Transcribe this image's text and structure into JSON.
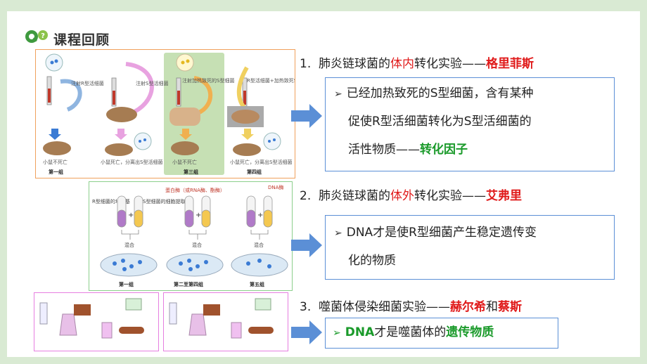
{
  "page": {
    "title": "课程回顾"
  },
  "colors": {
    "accent_red": "#e01b1b",
    "accent_green": "#1a9a2a",
    "frame_green": "#d9ead3",
    "box_blue": "#5b8fd6",
    "arrow_blue": "#5b8fd6"
  },
  "panel1": {
    "labels": {
      "inject_r": "注射R型活细菌",
      "inject_s": "注射S型活细菌",
      "inject_heat_killed": "注射加热致死的S型细菌",
      "inject_mix": "R型活细菌+加热致死S型细菌",
      "alive1": "小鼠不死亡",
      "dead1": "小鼠死亡，分离出S型活细菌",
      "alive2": "小鼠不死亡",
      "dead2": "小鼠死亡，分离出S型活细菌",
      "group1": "第一组",
      "group3": "第三组",
      "group4": "第四组"
    }
  },
  "panel2": {
    "labels": {
      "enzyme": "蛋白酶（或RNA酶、酯酶）",
      "dna_enzyme": "DNA酶",
      "r_medium": "R型细菌的培养基",
      "s_extract": "S型细菌的细胞提取物",
      "mix1": "混合",
      "mix2": "混合",
      "mix3": "混合",
      "group1": "第一组",
      "group2_4": "第二至第四组",
      "group5": "第五组"
    }
  },
  "items": [
    {
      "num": "1.",
      "pre": "肺炎链球菌的",
      "hl": "体内",
      "post": "转化实验——",
      "person": "格里菲斯"
    },
    {
      "num": "2.",
      "pre": "肺炎链球菌的",
      "hl": "体外",
      "post": "转化实验——",
      "person": "艾弗里"
    },
    {
      "num": "3.",
      "pre": "噬菌体侵染细菌实验——",
      "hl": "",
      "post": "",
      "person": "赫尔希",
      "and": "和",
      "person2": "蔡斯"
    }
  ],
  "boxes": [
    {
      "line1": "已经加热致死的S型细菌，含有某种",
      "line2": "促使R型活细菌转化为S型活细菌的",
      "line3_pre": "活性物质——",
      "line3_key": "转化因子"
    },
    {
      "line1": "DNA才是使R型细菌产生稳定遗传变",
      "line2": "化的物质"
    },
    {
      "pre": "DNA",
      "mid": "才是噬菌体的",
      "key": "遗传物质"
    }
  ],
  "tri_symbol": "➢"
}
